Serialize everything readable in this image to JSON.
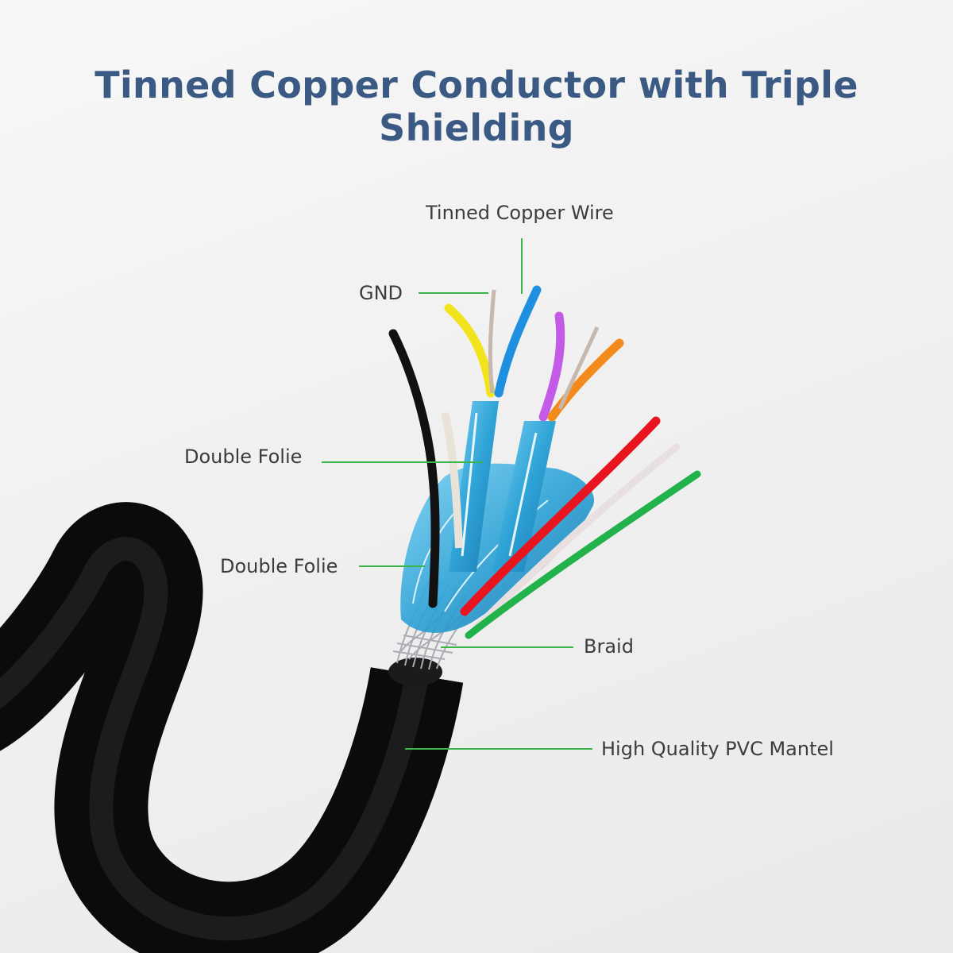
{
  "title": "Tinned Copper Conductor with Triple Shielding",
  "labels": {
    "tinned_copper_wire": "Tinned Copper Wire",
    "gnd": "GND",
    "double_folie_upper": "Double Folie",
    "double_folie_lower": "Double Folie",
    "braid": "Braid",
    "pvc_mantel": "High Quality PVC Mantel"
  },
  "colors": {
    "title": "#3a5a84",
    "leader_line": "#39b54a",
    "cable_jacket": "#151515",
    "foil": "#2fa3d6",
    "wire_yellow": "#f2e41c",
    "wire_blue": "#1f8fe0",
    "wire_purple": "#c45be6",
    "wire_orange": "#f28a1c",
    "wire_red": "#e8141e",
    "wire_green": "#22b24c",
    "wire_black": "#111111"
  }
}
